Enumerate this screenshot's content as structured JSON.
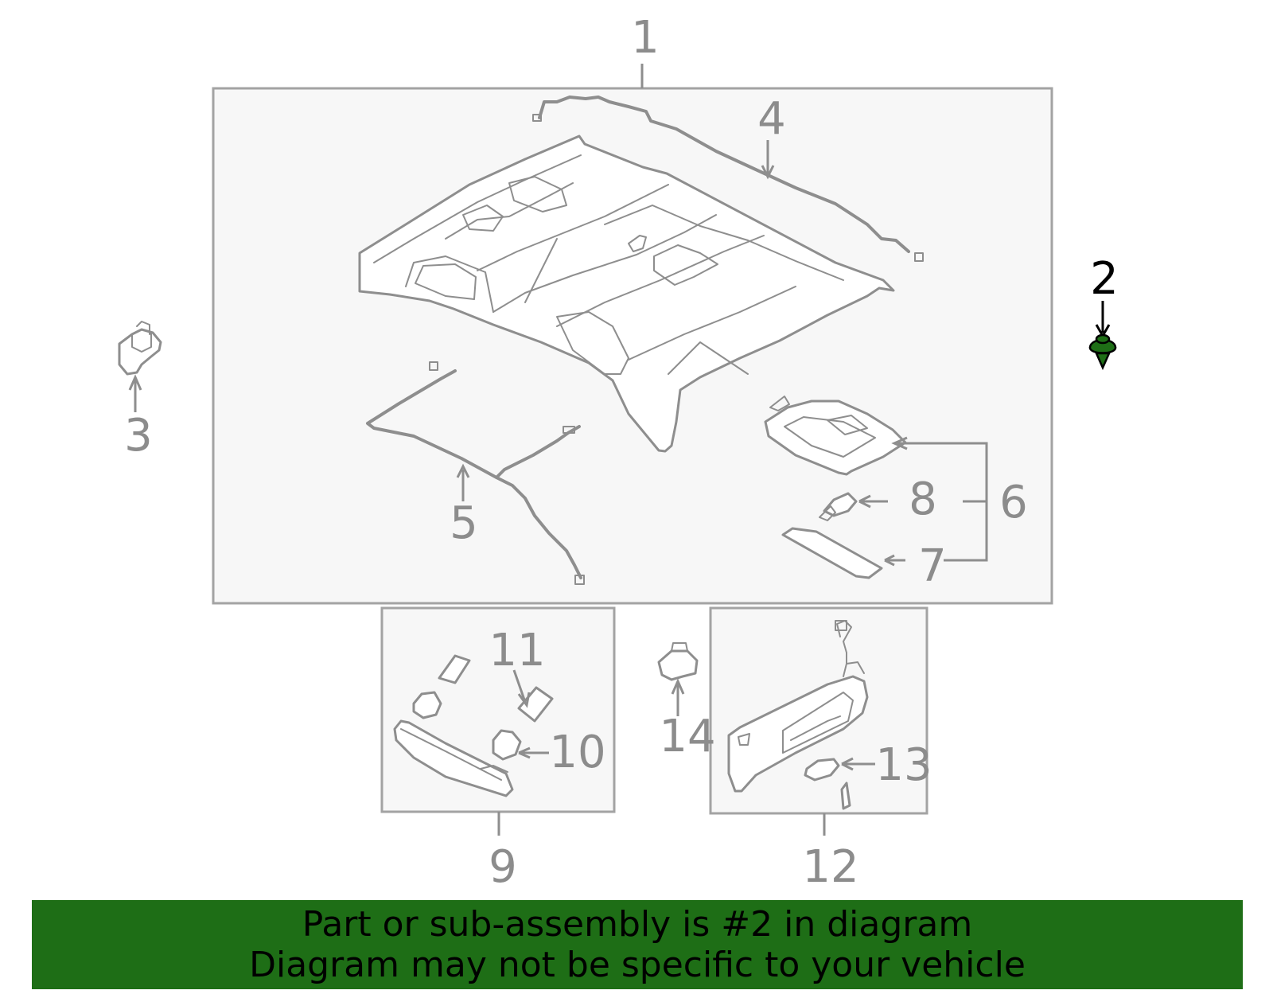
{
  "callouts": {
    "c1": "1",
    "c2": "2",
    "c3": "3",
    "c4": "4",
    "c5": "5",
    "c6": "6",
    "c7": "7",
    "c8": "8",
    "c9": "9",
    "c10": "10",
    "c11": "11",
    "c12": "12",
    "c13": "13",
    "c14": "14"
  },
  "highlight": {
    "part_number": "2",
    "color": "#1e6e16"
  },
  "banner": {
    "line1": "Part or sub-assembly is #2 in diagram",
    "line2": "Diagram may not be specific to your vehicle",
    "background": "#1e6e16"
  }
}
